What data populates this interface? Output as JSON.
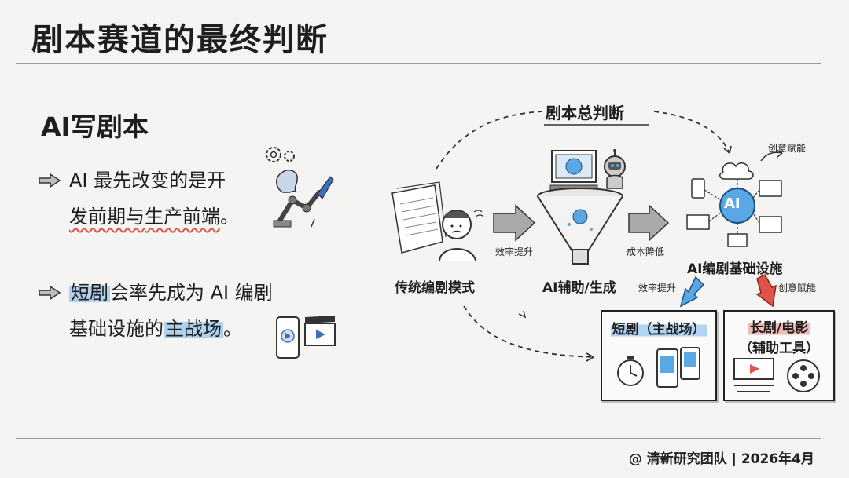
{
  "title": "剧本赛道的最终判断",
  "section": "AI写剧本",
  "bullets": [
    {
      "line1_a": "AI 最先改变的是开",
      "line2_a": "发前期与",
      "line2_b": "生产前端",
      "line2_c": "。"
    },
    {
      "line1_hl": "短剧",
      "line1_rest": "会率先成为 AI 编剧",
      "line2_a": "基础设施的",
      "line2_hl": "主战场",
      "line2_c": "。"
    }
  ],
  "diagram": {
    "top_label": "剧本总判断",
    "traditional": "传统编剧模式",
    "ai_assist": "AI辅助/生成",
    "infra": "AI编剧基础设施",
    "infra_core": "AI",
    "arrow1": "效率提升",
    "arrow2": "成本降低",
    "creative_top": "创意赋能",
    "efficiency": "效率提升",
    "creative": "创意赋能",
    "short_drama": "短剧（主战场）",
    "long_drama_1": "长剧/电影",
    "long_drama_2": "（辅助工具）"
  },
  "footer": "@ 清新研究团队 | 2026年4月",
  "colors": {
    "highlight_blue": "#78b4eb",
    "wavy_red": "#e0524a",
    "arrow_blue": "#5aa7e6",
    "arrow_red": "#e0524a"
  }
}
